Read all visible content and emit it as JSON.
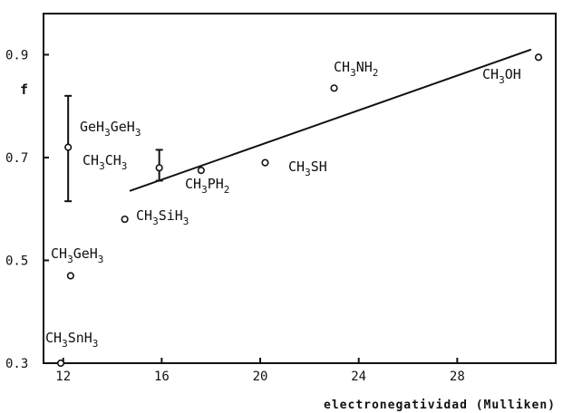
{
  "chart_data": {
    "type": "scatter",
    "title": "",
    "xlabel": "electronegatividad (Mulliken)",
    "ylabel": "f",
    "xlim": [
      11.2,
      32.0
    ],
    "ylim": [
      0.3,
      0.98
    ],
    "x_ticks": [
      "12",
      "16",
      "20",
      "24",
      "28"
    ],
    "x_tick_values": [
      12,
      16,
      20,
      24,
      28
    ],
    "y_ticks": [
      "0.9",
      "0.7",
      "0.5",
      "0.3"
    ],
    "y_tick_values": [
      0.9,
      0.7,
      0.5,
      0.3
    ],
    "points": [
      {
        "label": "CH3OH",
        "x": 31.3,
        "y": 0.895
      },
      {
        "label": "CH3NH2",
        "x": 23.0,
        "y": 0.835
      },
      {
        "label": "CH3SH",
        "x": 20.2,
        "y": 0.69
      },
      {
        "label": "CH3PH2",
        "x": 17.6,
        "y": 0.675
      },
      {
        "label": "CH3CH3",
        "x": 15.9,
        "y": 0.68,
        "err": [
          0.655,
          0.715
        ]
      },
      {
        "label": "GeH3GeH3",
        "x": 12.2,
        "y": 0.72,
        "err": [
          0.615,
          0.82
        ]
      },
      {
        "label": "CH3SiH3",
        "x": 14.5,
        "y": 0.58
      },
      {
        "label": "CH3GeH3",
        "x": 12.3,
        "y": 0.47
      },
      {
        "label": "CH3SnH3",
        "x": 11.9,
        "y": 0.3
      }
    ],
    "fit_line": {
      "x": [
        14.7,
        31.0
      ],
      "y": [
        0.635,
        0.91
      ]
    }
  }
}
